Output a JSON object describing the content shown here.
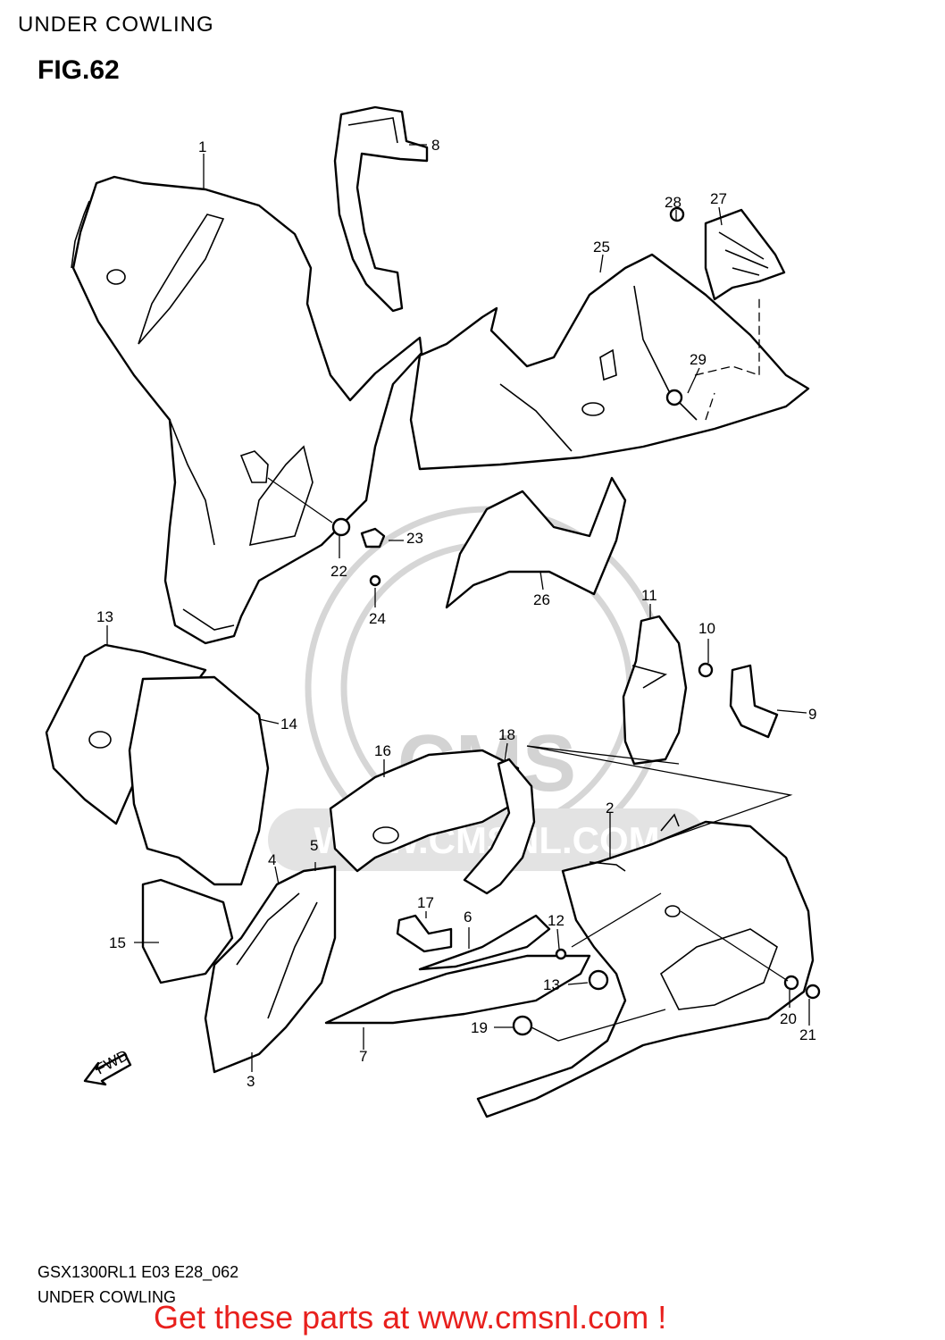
{
  "header": {
    "title": "UNDER COWLING",
    "figure": "FIG.62"
  },
  "watermark": {
    "logo": "CMS",
    "url": "WWW.CMSNL.COM"
  },
  "fwd_arrow": {
    "label": "FWD"
  },
  "callouts": [
    {
      "id": "c1",
      "label": "1"
    },
    {
      "id": "c2",
      "label": "2"
    },
    {
      "id": "c3",
      "label": "3"
    },
    {
      "id": "c4",
      "label": "4"
    },
    {
      "id": "c5",
      "label": "5"
    },
    {
      "id": "c6",
      "label": "6"
    },
    {
      "id": "c7",
      "label": "7"
    },
    {
      "id": "c8",
      "label": "8"
    },
    {
      "id": "c9",
      "label": "9"
    },
    {
      "id": "c10",
      "label": "10"
    },
    {
      "id": "c11",
      "label": "11"
    },
    {
      "id": "c12",
      "label": "12"
    },
    {
      "id": "c13a",
      "label": "13"
    },
    {
      "id": "c13b",
      "label": "13"
    },
    {
      "id": "c14",
      "label": "14"
    },
    {
      "id": "c15",
      "label": "15"
    },
    {
      "id": "c16",
      "label": "16"
    },
    {
      "id": "c17",
      "label": "17"
    },
    {
      "id": "c18",
      "label": "18"
    },
    {
      "id": "c19",
      "label": "19"
    },
    {
      "id": "c20",
      "label": "20"
    },
    {
      "id": "c21",
      "label": "21"
    },
    {
      "id": "c22",
      "label": "22"
    },
    {
      "id": "c23",
      "label": "23"
    },
    {
      "id": "c24",
      "label": "24"
    },
    {
      "id": "c25",
      "label": "25"
    },
    {
      "id": "c26",
      "label": "26"
    },
    {
      "id": "c27",
      "label": "27"
    },
    {
      "id": "c28",
      "label": "28"
    },
    {
      "id": "c29",
      "label": "29"
    }
  ],
  "footer": {
    "model_code": "GSX1300RL1 E03 E28_062",
    "section_name": "UNDER COWLING",
    "cta": "Get these parts at www.cmsnl.com !"
  },
  "colors": {
    "cta": "#e8201d",
    "line": "#000000",
    "watermark": "#d6d6d6"
  }
}
